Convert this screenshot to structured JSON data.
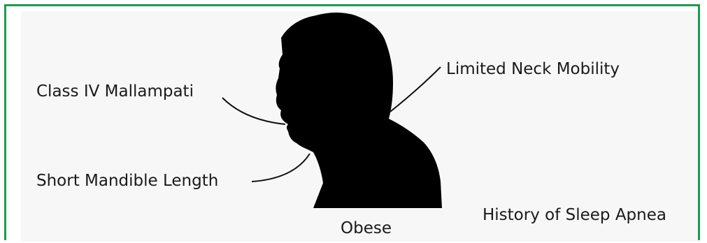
{
  "labels": {
    "mallampati": "Class IV Mallampati",
    "mandible": "Short Mandible Length",
    "neck": "Limited Neck Mobility",
    "obese": "Obese",
    "apnea": "History of Sleep Apnea"
  },
  "colors": {
    "border": "#1e9a4e",
    "panel": "#f7f7f7",
    "silhouette": "#000000",
    "text": "#1a1a1a"
  },
  "icons": {
    "head": "head-silhouette-icon"
  }
}
